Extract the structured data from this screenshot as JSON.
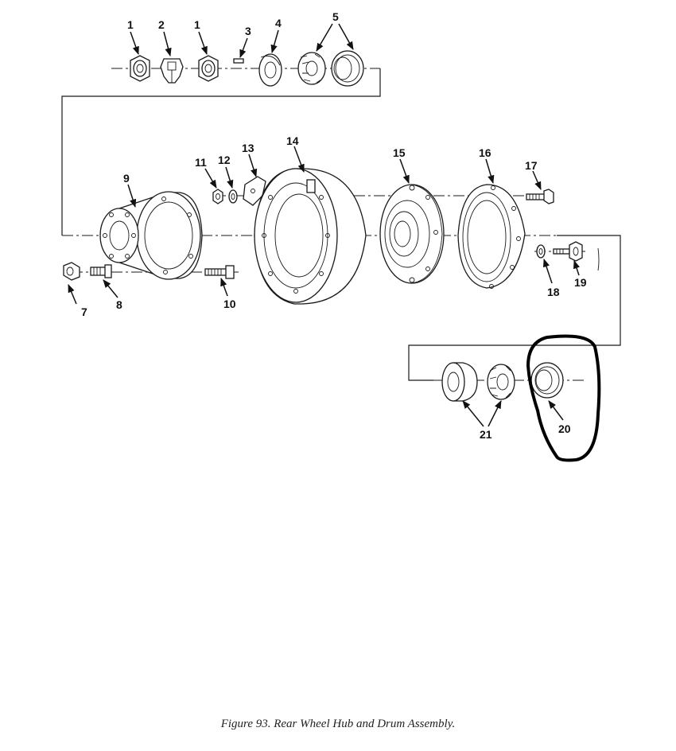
{
  "figure": {
    "caption": "Figure 93.  Rear Wheel Hub and Drum Assembly."
  },
  "callouts": {
    "c1a": "1",
    "c2": "2",
    "c1b": "1",
    "c3": "3",
    "c4": "4",
    "c5": "5",
    "c7": "7",
    "c8": "8",
    "c9": "9",
    "c10": "10",
    "c11": "11",
    "c12": "12",
    "c13": "13",
    "c14": "14",
    "c15": "15",
    "c16": "16",
    "c17": "17",
    "c18": "18",
    "c19": "19",
    "c20": "20",
    "c21": "21"
  },
  "highlight": {
    "color": "#000000",
    "item": "20"
  }
}
